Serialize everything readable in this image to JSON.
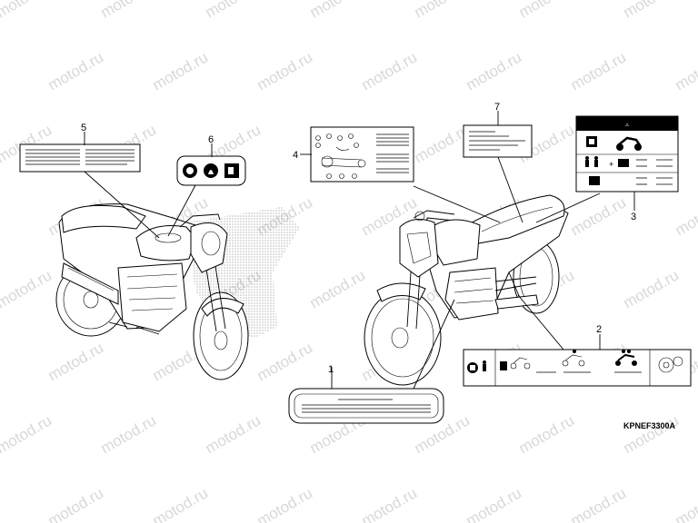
{
  "watermark": "motod.ru",
  "diagram_code": "KPNEF3300A",
  "callouts": {
    "c1": "1",
    "c2": "2",
    "c3": "3",
    "c4": "4",
    "c5": "5",
    "c6": "6",
    "c7": "7"
  },
  "label3_icon": "weight-capacity-pictogram",
  "label2_icon": "tire-pressure-pictogram",
  "label6_icon": "fuel-cap-pictograms"
}
